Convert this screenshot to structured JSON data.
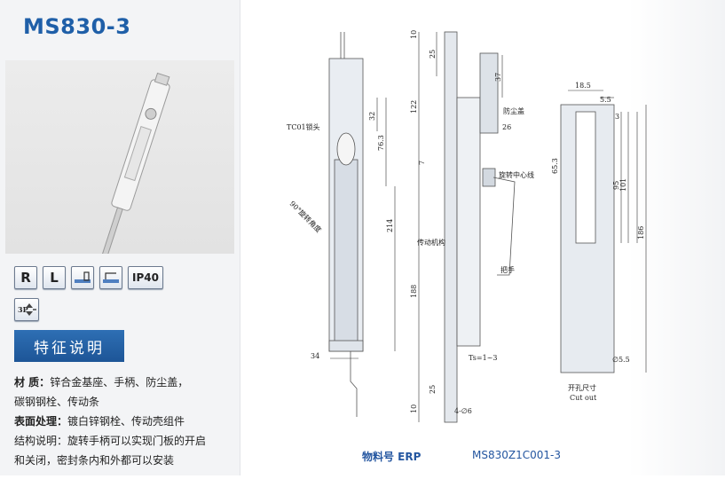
{
  "product": {
    "title": "MS830-3"
  },
  "badges": [
    "R",
    "L",
    "IP40",
    "3P"
  ],
  "section": {
    "label": "特征说明"
  },
  "description": [
    {
      "label": "材 质：",
      "text": "锌合金基座、手柄、防尘盖，"
    },
    {
      "label": "",
      "text": "碳钢钢栓、传动条"
    },
    {
      "label": "表面处理：",
      "text": "镀白锌钢栓、传动壳组件"
    },
    {
      "label": "",
      "text": "结构说明：旋转手柄可以实现门板的开启"
    },
    {
      "label": "",
      "text": "和关闭，密封条内和外都可以安装"
    }
  ],
  "drawing": {
    "labels": {
      "lock": "TC01锁头",
      "rotation": "90°旋转角度",
      "dust_cover": "防尘盖",
      "rotation_center": "旋转中心线",
      "transmission": "传动机构",
      "handle": "把手",
      "cutout_cn": "开孔尺寸",
      "cutout_en": "Cut out",
      "ts": "Ts=1~3",
      "holes": "4-∅6",
      "hole_dia": "∅5.5"
    },
    "dims": {
      "d10a": "10",
      "d25a": "25",
      "d122": "122",
      "d188": "188",
      "d25b": "25",
      "d10b": "10",
      "d32": "32",
      "d763": "76.3",
      "d214": "214",
      "d34": "34",
      "d37": "37",
      "d26": "26",
      "d7": "7",
      "d185": "18.5",
      "d55": "5.5",
      "d3": "3",
      "d653": "65.3",
      "d95": "95",
      "d101": "101",
      "d186": "186"
    }
  },
  "erp": {
    "label": "物料号 ERP",
    "code": "MS830Z1C001-3"
  }
}
